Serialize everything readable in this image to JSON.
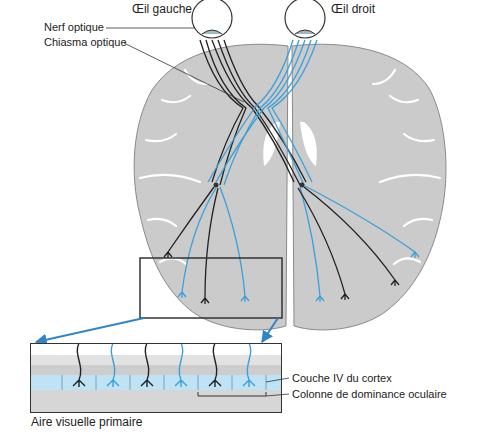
{
  "diagram": {
    "nodes": [
      {
        "text": [
          "Œil gauche"
        ]
      },
      {
        "text": [
          "Œil droit"
        ]
      },
      {
        "text": [
          "Aire visuelle primaire"
        ]
      }
    ],
    "labels": [
      "Nerf optique",
      "Chiasma optique",
      "Couche IV du cortex",
      "Colonne de dominance oculaire"
    ]
  }
}
